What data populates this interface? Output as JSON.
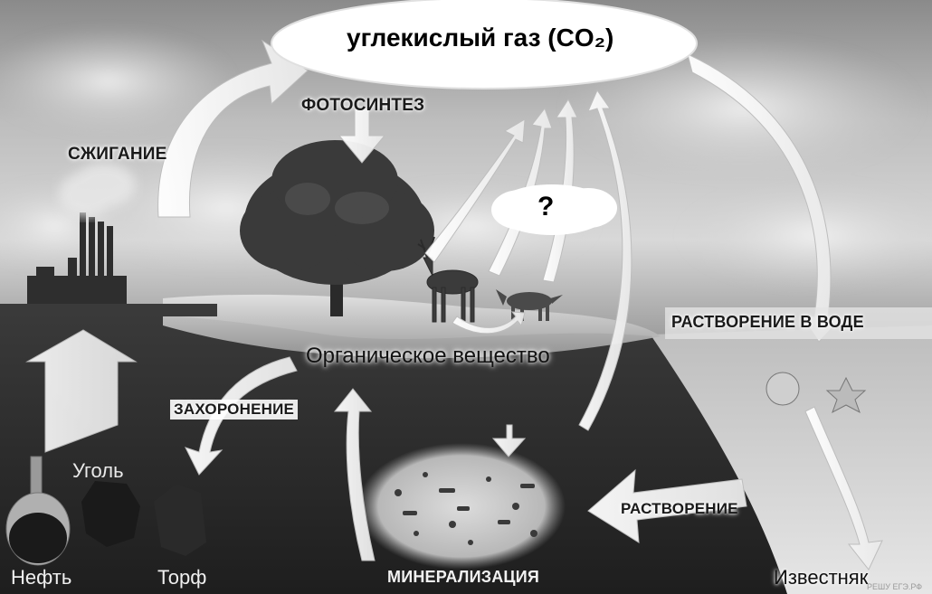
{
  "title_label": "углекислый газ (CO₂)",
  "question_label": "?",
  "labels": {
    "photosynthesis": "ФОТОСИНТЕЗ",
    "burning": "СЖИГАНИЕ",
    "dissolving_in_water": "РАСТВОРЕНИЕ В ВОДЕ",
    "organic_matter": "Органическое вещество",
    "burial": "ЗАХОРОНЕНИЕ",
    "coal": "Уголь",
    "oil": "Нефть",
    "peat": "Торф",
    "mineralization": "МИНЕРАЛИЗАЦИЯ",
    "dissolving": "РАСТВОРЕНИЕ",
    "limestone": "Известняк"
  },
  "watermark": "РЕШУ ЕГЭ.РФ",
  "colors": {
    "sky_light": "#d9d9d9",
    "sky_dark": "#7a7a7a",
    "ground_dark": "#2b2b2b",
    "ground_mid": "#4a4a4a",
    "water": "#cfcfcf",
    "arrow_fill": "#ffffff",
    "text": "#111111"
  }
}
